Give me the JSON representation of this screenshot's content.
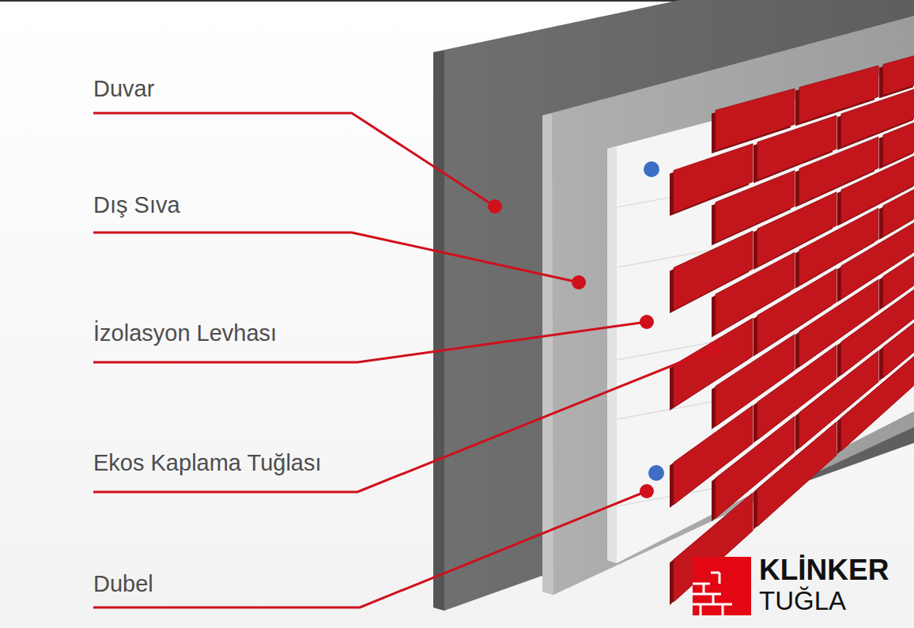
{
  "diagram": {
    "labels": [
      "Duvar",
      "Dış Sıva",
      "İzolasyon Levhası",
      "Ekos Kaplama Tuğlası",
      "Dubel",
      "KLİNKER",
      "TUĞLA"
    ]
  }
}
